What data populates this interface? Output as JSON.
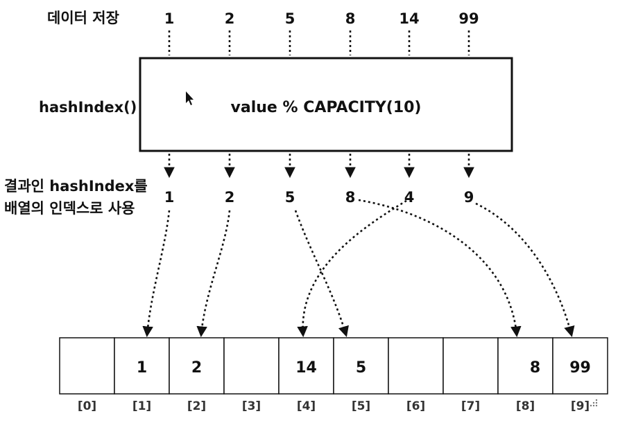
{
  "labels": {
    "data_storage": "데이터 저장",
    "hash_function": "hashIndex()",
    "result_line1": "결과인 hashIndex를",
    "result_line2": "배열의 인덱스로 사용"
  },
  "function_box": {
    "text": "value % CAPACITY(10)"
  },
  "input_values": [
    "1",
    "2",
    "5",
    "8",
    "14",
    "99"
  ],
  "hash_results": [
    "1",
    "2",
    "5",
    "8",
    "4",
    "9"
  ],
  "array": {
    "cells": [
      "",
      "1",
      "2",
      "",
      "14",
      "5",
      "",
      "",
      "8",
      "99"
    ],
    "indices": [
      "[0]",
      "[1]",
      "[2]",
      "[3]",
      "[4]",
      "[5]",
      "[6]",
      "[7]",
      "[8]",
      "[9]"
    ]
  },
  "mappings": [
    {
      "from": "1",
      "to_index": 1
    },
    {
      "from": "2",
      "to_index": 2
    },
    {
      "from": "5",
      "to_index": 5
    },
    {
      "from": "8",
      "to_index": 8
    },
    {
      "from": "4",
      "to_index": 4
    },
    {
      "from": "9",
      "to_index": 9
    }
  ]
}
